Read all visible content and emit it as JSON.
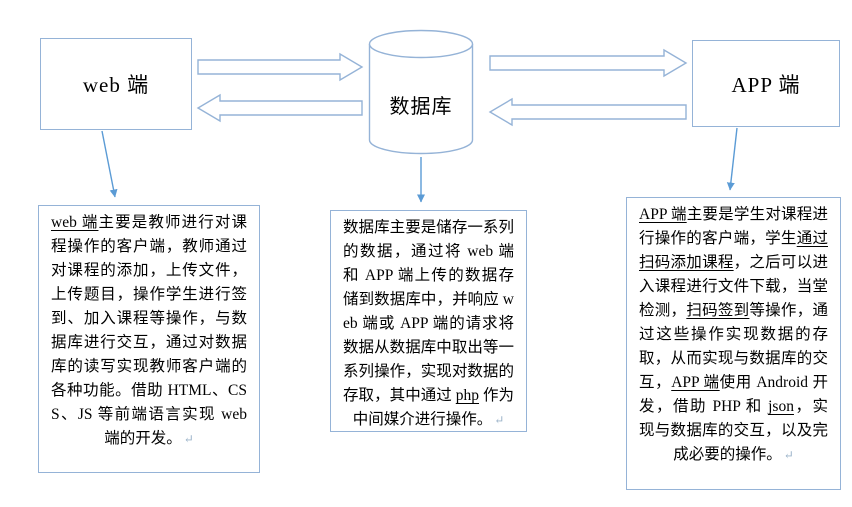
{
  "colors": {
    "outline": "#95b3d7",
    "arrow": "#5b9bd5",
    "text": "#1a1a1a",
    "pm": "#9bb3c9"
  },
  "nodes": {
    "web": {
      "label": "web 端"
    },
    "database": {
      "label": "数据库"
    },
    "app": {
      "label": "APP 端"
    }
  },
  "descriptions": {
    "web": {
      "segments": [
        {
          "text": "web 端",
          "u": true
        },
        {
          "text": "主要是教师进行对课程操作的客户端，教师通过对课程的添加，上传文件，上传题目，操作学生进行签到、加入课程等操作，与数据库进行交互，通过对数据库的读写实现教师客户端的各种功能。借助 HTML、CSS、JS 等前端语言实现 web 端的开发。"
        },
        {
          "text": "↵",
          "pm": true
        }
      ]
    },
    "database": {
      "segments": [
        {
          "text": "数据库主要是储存一系列的数据，通过将 web 端和 APP 端上传的数据存储到数据库中，并响应 web 端或 APP 端的请求将数据从数据库中取出等一系列操作，实现对数据的存取，其中通过 "
        },
        {
          "text": "php",
          "u": true
        },
        {
          "text": " 作为中间媒介进行操作。"
        },
        {
          "text": "↵",
          "pm": true
        }
      ]
    },
    "app": {
      "segments": [
        {
          "text": "APP 端",
          "u": true
        },
        {
          "text": "主要是学生对课程进行操作的客户端，学生"
        },
        {
          "text": "通过扫码添加课程",
          "u": true
        },
        {
          "text": "，之后可以进入课程进行文件下载，当堂检测，"
        },
        {
          "text": "扫码签到",
          "u": true
        },
        {
          "text": "等操作，通过这些操作实现数据的存取，从而实现与数据库的交互，"
        },
        {
          "text": "APP 端",
          "u": true
        },
        {
          "text": "使用 Android 开发，借助 PHP 和 "
        },
        {
          "text": "json",
          "u": true
        },
        {
          "text": "，实现与数据库的交互，以及完成必要的操作。"
        },
        {
          "text": "↵",
          "pm": true
        }
      ]
    }
  }
}
